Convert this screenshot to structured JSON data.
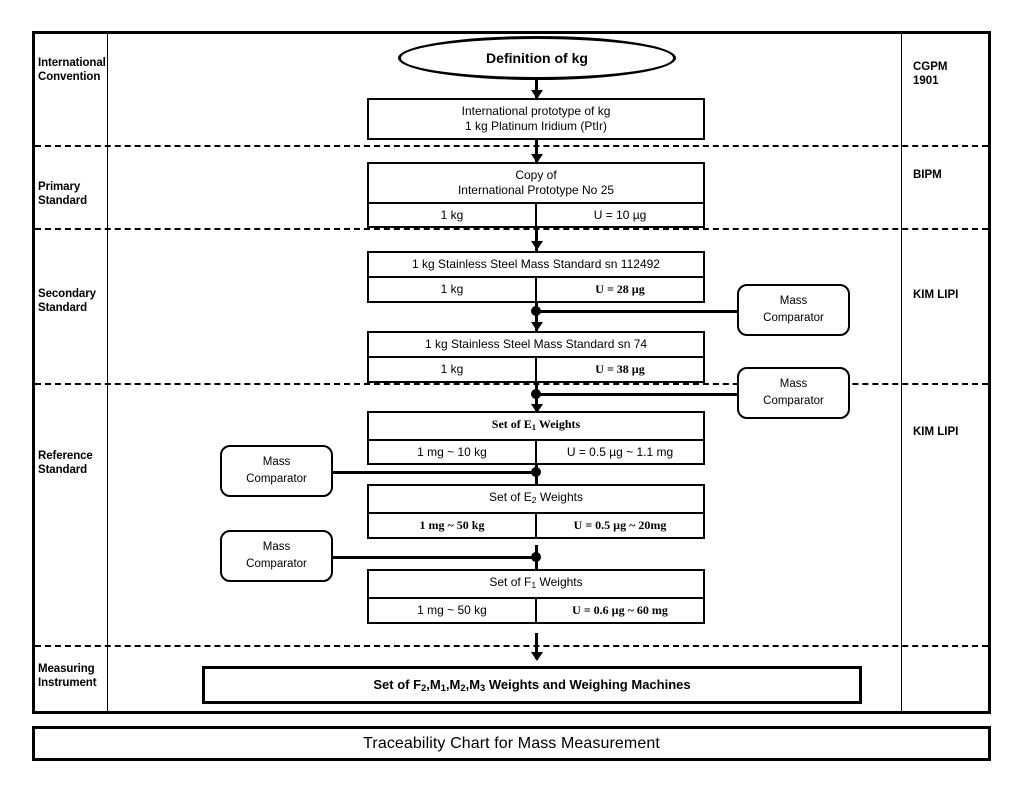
{
  "chart_title": "Traceability Chart for Mass Measurement",
  "bands": [
    {
      "id": "international-convention",
      "left_label": "International\nConvention",
      "right_label": "CGPM\n1901"
    },
    {
      "id": "primary-standard",
      "left_label": "Primary\nStandard",
      "right_label": "BIPM"
    },
    {
      "id": "secondary-standard",
      "left_label": "Secondary\nStandard",
      "right_label": "KIM LIPI"
    },
    {
      "id": "reference-standard",
      "left_label": "Reference\nStandard",
      "right_label": "KIM LIPI"
    },
    {
      "id": "measuring-instrument",
      "left_label": "Measuring\nInstrument",
      "right_label": ""
    }
  ],
  "left_labels": {
    "international_convention_1": "International",
    "international_convention_2": "Convention",
    "primary_1": "Primary",
    "primary_2": "Standard",
    "secondary_1": "Secondary",
    "secondary_2": "Standard",
    "reference_1": "Reference",
    "reference_2": "Standard",
    "measuring_1": "Measuring",
    "measuring_2": "Instrument"
  },
  "right_labels": {
    "cgpm_1": "CGPM",
    "cgpm_2": "1901",
    "bipm": "BIPM",
    "kim_lipi_secondary": "KIM LIPI",
    "kim_lipi_reference": "KIM LIPI"
  },
  "nodes": {
    "definition": {
      "label": "Definition of kg",
      "shape": "ellipse"
    },
    "international_prototype": {
      "line1": "International prototype of kg",
      "line2": "1 kg Platinum Iridium (PtIr)"
    },
    "copy_prototype": {
      "line1": "Copy of",
      "line2": "International Prototype No 25",
      "nominal": "1 kg",
      "uncertainty": "U = 10 µg"
    },
    "ss_112492": {
      "header": "1 kg Stainless Steel Mass Standard sn 112492",
      "nominal": "1 kg",
      "uncertainty": "U = 28 µg"
    },
    "ss_74": {
      "header": "1 kg Stainless Steel Mass Standard sn 74",
      "nominal": "1 kg",
      "uncertainty": "U = 38 µg"
    },
    "e1_weights": {
      "header_prefix": "Set of E",
      "header_sub": "1",
      "header_suffix": " Weights",
      "nominal": "1 mg ~ 10 kg",
      "uncertainty": "U = 0.5 µg ~ 1.1 mg"
    },
    "e2_weights": {
      "header_prefix": "Set of E",
      "header_sub": "2",
      "header_suffix": " Weights",
      "nominal": "1 mg ~ 50 kg",
      "uncertainty": "U = 0.5 µg ~ 20mg"
    },
    "f1_weights": {
      "header_prefix": "Set of F",
      "header_sub": "1",
      "header_suffix": " Weights",
      "nominal": "1 mg ~ 50 kg",
      "uncertainty": "U = 0.6 µg ~ 60 mg"
    },
    "measuring_set": {
      "p1": "Set of F",
      "s1": "2",
      "p2": ",M",
      "s2": "1",
      "p3": ",M",
      "s3": "2",
      "p4": ",M",
      "s4": "3",
      "p5": " Weights and Weighing Machines"
    }
  },
  "comparators": [
    {
      "id": "comparator-right-1",
      "line1": "Mass",
      "line2": "Comparator"
    },
    {
      "id": "comparator-right-2",
      "line1": "Mass",
      "line2": "Comparator"
    },
    {
      "id": "comparator-left-1",
      "line1": "Mass",
      "line2": "Comparator"
    },
    {
      "id": "comparator-left-2",
      "line1": "Mass",
      "line2": "Comparator"
    }
  ],
  "comparator_text": {
    "line1": "Mass",
    "line2": "Comparator"
  },
  "colors": {
    "stroke": "#000000",
    "background": "#ffffff"
  }
}
